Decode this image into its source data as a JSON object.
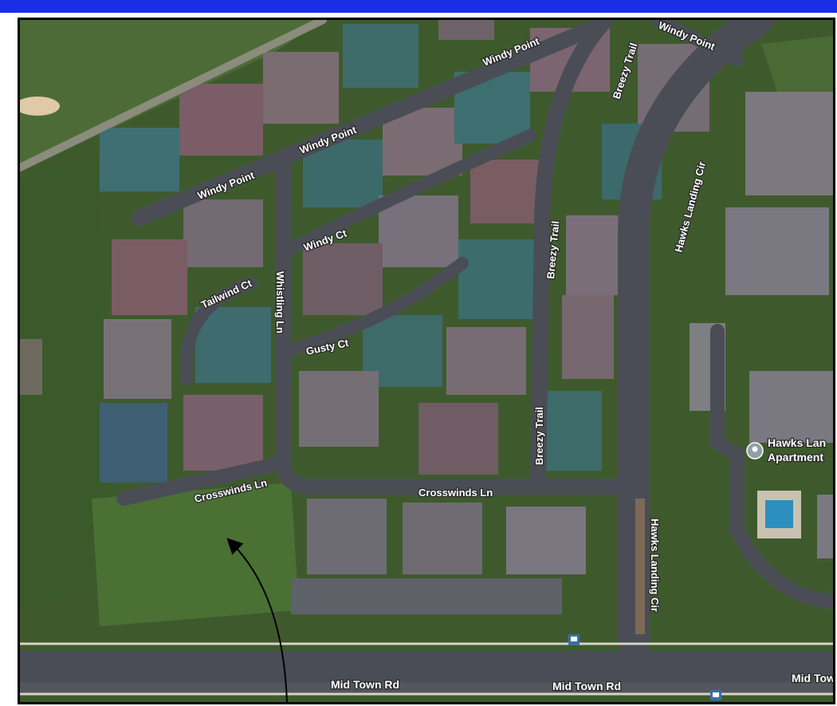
{
  "streets": {
    "windy_point_1": "Windy Point",
    "windy_point_2": "Windy Point",
    "windy_point_3": "Windy Point",
    "windy_point_4": "Windy Point",
    "breezy_trail_1": "Breezy Trail",
    "breezy_trail_2": "Breezy Trail",
    "breezy_trail_3": "Breezy Trail",
    "hawks_landing_cir_1": "Hawks Landing Cir",
    "hawks_landing_cir_2": "Hawks Landing Cir",
    "windy_ct": "Windy Ct",
    "tailwind_ct": "Tailwind Ct",
    "whistling_ln": "Whistling Ln",
    "gusty_ct": "Gusty Ct",
    "crosswinds_ln_1": "Crosswinds Ln",
    "crosswinds_ln_2": "Crosswinds Ln",
    "mid_town_rd_1": "Mid Town Rd",
    "mid_town_rd_2": "Mid Town Rd",
    "mid_town_rd_3": "Mid Town"
  },
  "poi": {
    "apartments_line1": "Hawks Lan",
    "apartments_line2": "Apartment"
  },
  "icons": {
    "bus_stop": "bus-stop-icon",
    "place_pin": "map-pin-icon",
    "annotation_arrow": "arrow-icon"
  },
  "colors": {
    "top_bar": "#1a2ee6",
    "road": "#4a4d55",
    "grass": "#3f5a2e",
    "poi_pin": "#8fa0a4"
  }
}
